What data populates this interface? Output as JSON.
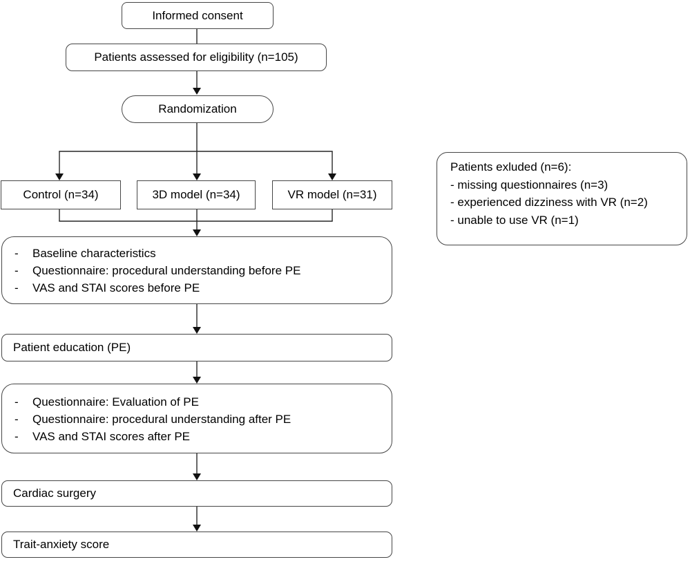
{
  "figure": {
    "type": "flow-diagram",
    "bullet_char": "-"
  },
  "nodes": {
    "informed_consent": {
      "label": "Informed consent"
    },
    "eligibility": {
      "label": "Patients assessed for eligibility (n=105)"
    },
    "randomization": {
      "label": "Randomization"
    },
    "arm_control": {
      "label": "Control (n=34)"
    },
    "arm_3d_model": {
      "label": "3D model (n=34)"
    },
    "arm_vr_model": {
      "label": "VR model (n=31)"
    },
    "excluded": {
      "title": "Patients exluded (n=6):",
      "items": [
        "- missing questionnaires (n=3)",
        "- experienced dizziness with VR (n=2)",
        "- unable to use VR (n=1)"
      ]
    },
    "pre_pe_assessment": {
      "items": [
        "Baseline characteristics",
        "Questionnaire: procedural understanding before PE",
        "VAS and STAI scores before PE"
      ]
    },
    "patient_education": {
      "label": "Patient education (PE)"
    },
    "post_pe_assessment": {
      "items": [
        "Questionnaire: Evaluation of PE",
        "Questionnaire: procedural understanding after PE",
        "VAS and STAI scores after PE"
      ]
    },
    "cardiac_surgery": {
      "label": "Cardiac surgery"
    },
    "trait_anxiety": {
      "label": "Trait-anxiety score"
    }
  },
  "colors": {
    "background": "#ffffff",
    "box_border": "#454545",
    "connector_line": "#262626",
    "arrowhead": "#111111",
    "text": "#000000"
  }
}
